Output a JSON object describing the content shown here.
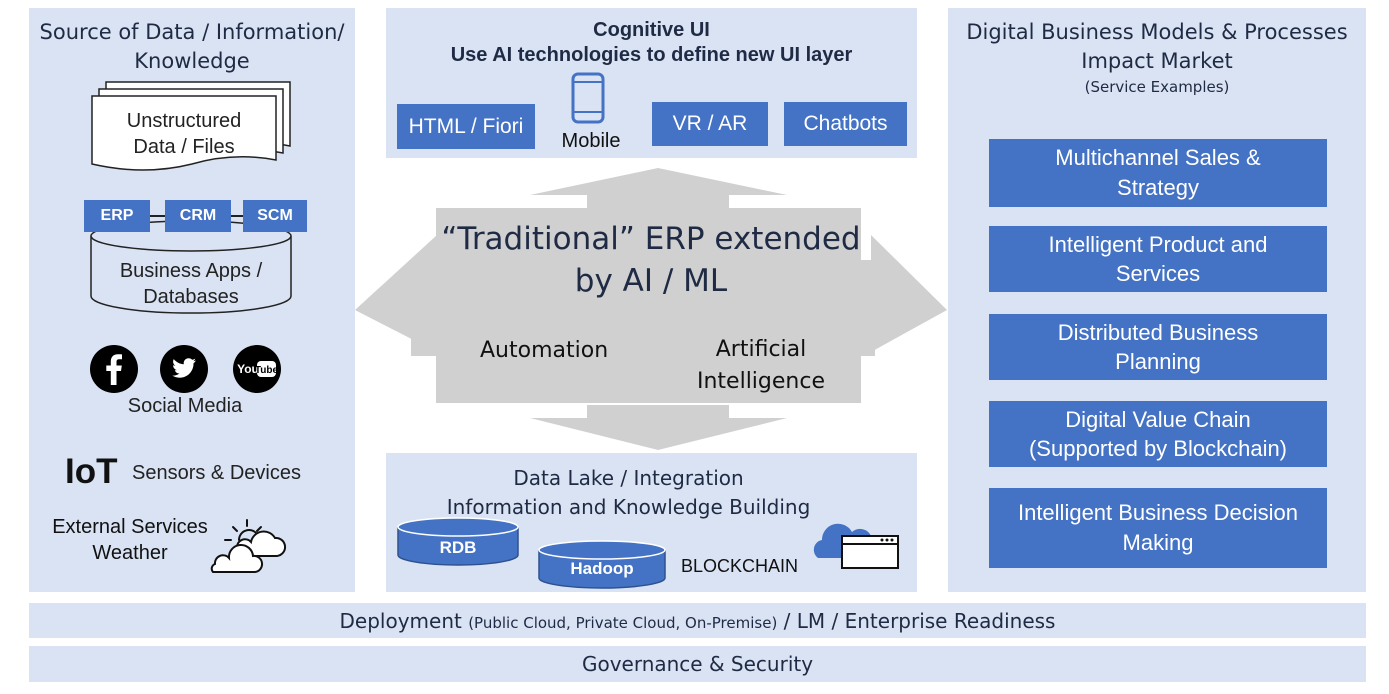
{
  "left": {
    "title_line1": "Source of Data / Information/",
    "title_line2": "Knowledge",
    "unstructured_line1": "Unstructured",
    "unstructured_line2": "Data / Files",
    "tags": [
      "ERP",
      "CRM",
      "SCM"
    ],
    "db_line1": "Business Apps /",
    "db_line2": "Databases",
    "social_icons": [
      "facebook-icon",
      "twitter-icon",
      "youtube-icon"
    ],
    "youtube_text": "You",
    "youtube_tube": "Tube",
    "social_label": "Social Media",
    "iot_big": "IoT",
    "iot_label": "Sensors & Devices",
    "ext_line1": "External Services",
    "ext_line2": "Weather"
  },
  "top": {
    "title_line1": "Cognitive UI",
    "title_line2": "Use AI technologies to define new UI layer",
    "buttons": [
      "HTML / Fiori",
      "VR / AR",
      "Chatbots"
    ],
    "mobile_label": "Mobile"
  },
  "center": {
    "title_line1": "“Traditional” ERP extended",
    "title_line2": "by AI / ML",
    "left_label": "Automation",
    "right_line1": "Artificial",
    "right_line2": "Intelligence"
  },
  "bottom": {
    "title_line1": "Data Lake / Integration",
    "title_line2": "Information and Knowledge Building",
    "rdb": "RDB",
    "hadoop": "Hadoop",
    "blockchain": "BLOCKCHAIN"
  },
  "right": {
    "title_line1": "Digital Business Models & Processes",
    "title_line2": "Impact Market",
    "subtitle": "(Service Examples)",
    "boxes": [
      {
        "line1": "Multichannel Sales &",
        "line2": "Strategy"
      },
      {
        "line1": "Intelligent Product and",
        "line2": "Services"
      },
      {
        "line1": "Distributed Business",
        "line2": "Planning"
      },
      {
        "line1": "Digital Value Chain",
        "line2": "(Supported by Blockchain)"
      },
      {
        "line1": "Intelligent Business Decision",
        "line2": "Making"
      }
    ]
  },
  "bars": {
    "deploy_main": "Deployment",
    "deploy_small": "(Public Cloud, Private Cloud, On-Premise)",
    "deploy_rest": "/ LM / Enterprise Readiness",
    "governance": "Governance & Security"
  },
  "colors": {
    "panel": "#dae3f3",
    "accent": "#4472c4",
    "arrow": "#d0d0d0",
    "dark_text": "#1f2a44"
  }
}
